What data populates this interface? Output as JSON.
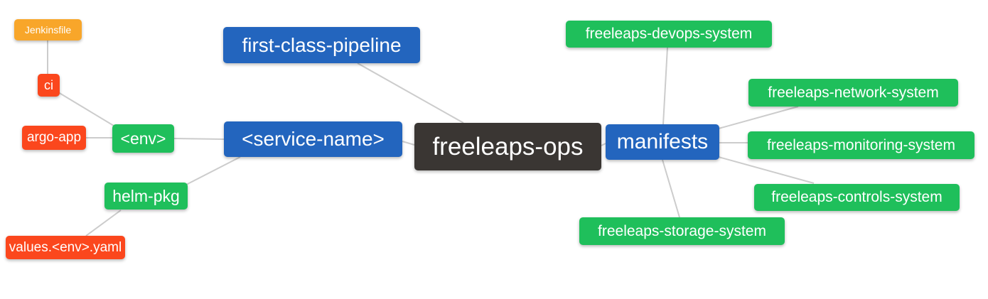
{
  "diagram": {
    "type": "mindmap",
    "root": "freeleaps-ops"
  },
  "colors": {
    "branch_blue": "#2365BE",
    "system_green": "#1FBF5B",
    "leaf_red": "#FB471D",
    "file_orange": "#F8A62A",
    "root_dark": "#3A3633",
    "edge_gray": "#CCCCCC",
    "node_text": "#FFFFFF",
    "background": "#FFFFFF"
  },
  "nodes": {
    "jenkinsfile": {
      "label": "Jenkinsfile",
      "color": "orange"
    },
    "ci": {
      "label": "ci",
      "color": "red"
    },
    "argo_app": {
      "label": "argo-app",
      "color": "red"
    },
    "env": {
      "label": "<env>",
      "color": "green"
    },
    "helm_pkg": {
      "label": "helm-pkg",
      "color": "green"
    },
    "values_env_yaml": {
      "label": "values.<env>.yaml",
      "color": "red"
    },
    "service_name": {
      "label": "<service-name>",
      "color": "blue"
    },
    "first_class_pipeline": {
      "label": "first-class-pipeline",
      "color": "blue"
    },
    "freeleaps_ops": {
      "label": "freeleaps-ops",
      "color": "dark"
    },
    "manifests": {
      "label": "manifests",
      "color": "blue"
    },
    "freeleaps_devops_system": {
      "label": "freeleaps-devops-system",
      "color": "green"
    },
    "freeleaps_network_system": {
      "label": "freeleaps-network-system",
      "color": "green"
    },
    "freeleaps_monitoring_system": {
      "label": "freeleaps-monitoring-system",
      "color": "green"
    },
    "freeleaps_controls_system": {
      "label": "freeleaps-controls-system",
      "color": "green"
    },
    "freeleaps_storage_system": {
      "label": "freeleaps-storage-system",
      "color": "green"
    }
  },
  "edges": [
    {
      "from": "ci",
      "to": "jenkinsfile"
    },
    {
      "from": "env",
      "to": "ci"
    },
    {
      "from": "env",
      "to": "argo_app"
    },
    {
      "from": "service_name",
      "to": "env"
    },
    {
      "from": "service_name",
      "to": "helm_pkg"
    },
    {
      "from": "helm_pkg",
      "to": "values_env_yaml"
    },
    {
      "from": "freeleaps_ops",
      "to": "service_name"
    },
    {
      "from": "freeleaps_ops",
      "to": "first_class_pipeline"
    },
    {
      "from": "freeleaps_ops",
      "to": "manifests"
    },
    {
      "from": "manifests",
      "to": "freeleaps_devops_system"
    },
    {
      "from": "manifests",
      "to": "freeleaps_network_system"
    },
    {
      "from": "manifests",
      "to": "freeleaps_monitoring_system"
    },
    {
      "from": "manifests",
      "to": "freeleaps_controls_system"
    },
    {
      "from": "manifests",
      "to": "freeleaps_storage_system"
    }
  ]
}
